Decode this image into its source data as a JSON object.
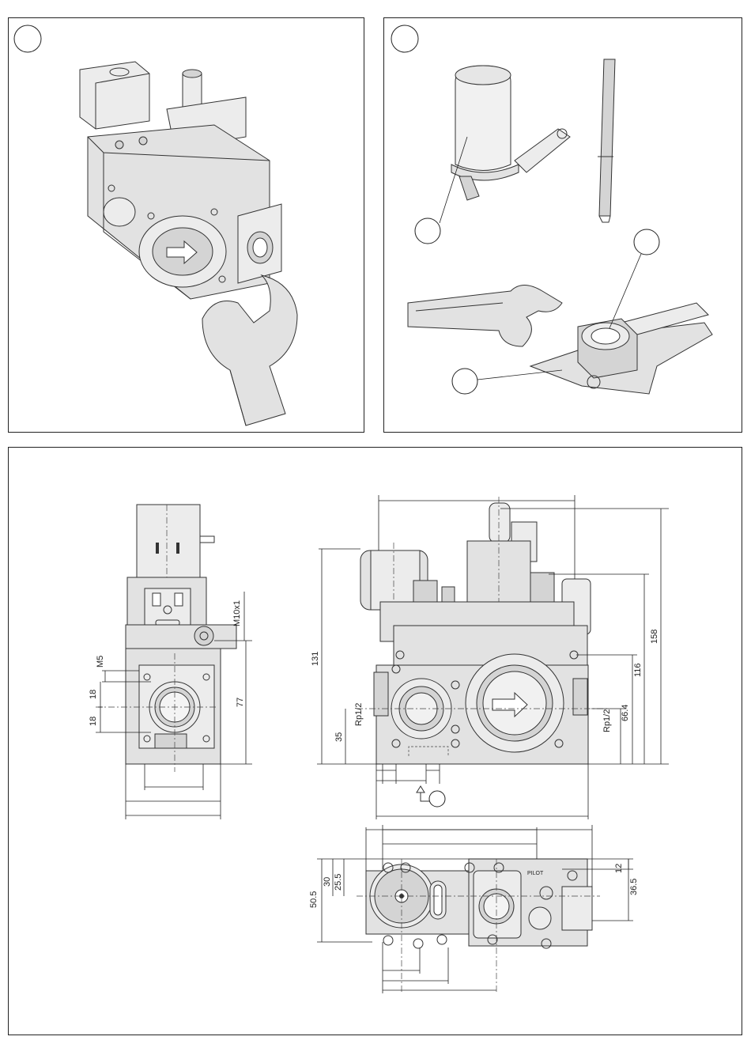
{
  "figure": {
    "panels": [
      {
        "id": "valve-with-wrench"
      },
      {
        "id": "tools-and-parts"
      },
      {
        "id": "dimension-drawings"
      }
    ],
    "side_view": {
      "labels": {
        "thread": "M10x1",
        "screw": "M5",
        "dim_a": "18",
        "dim_b": "18",
        "dim_height": "77"
      }
    },
    "front_view": {
      "labels": {
        "inlet": "Rp1/2",
        "outlet": "Rp1/2",
        "dim_131": "131",
        "dim_35": "35",
        "dim_158": "158",
        "dim_116": "116",
        "dim_66_4": "66.4"
      }
    },
    "top_view": {
      "labels": {
        "dim_50_5": "50.5",
        "dim_30": "30",
        "dim_25_5": "25.5",
        "dim_12": "12",
        "dim_36_5": "36.5",
        "port_mark": "PILOT"
      }
    }
  }
}
